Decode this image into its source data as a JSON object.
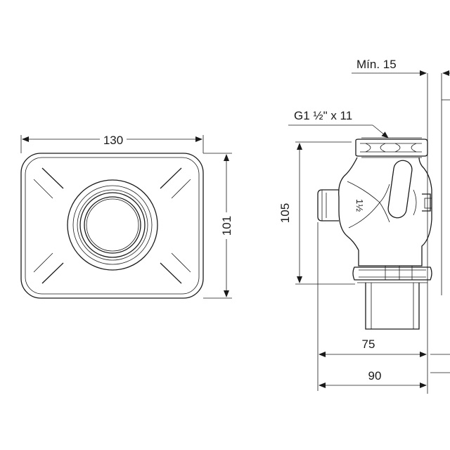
{
  "front_view": {
    "width_label": "130",
    "height_label": "101"
  },
  "side_view": {
    "min_label": "Mín. 15",
    "thread_label": "G1 ½\" x 11",
    "height_label": "105",
    "size_marking": "1½",
    "depth_label_1": "75",
    "depth_label_2": "90"
  }
}
